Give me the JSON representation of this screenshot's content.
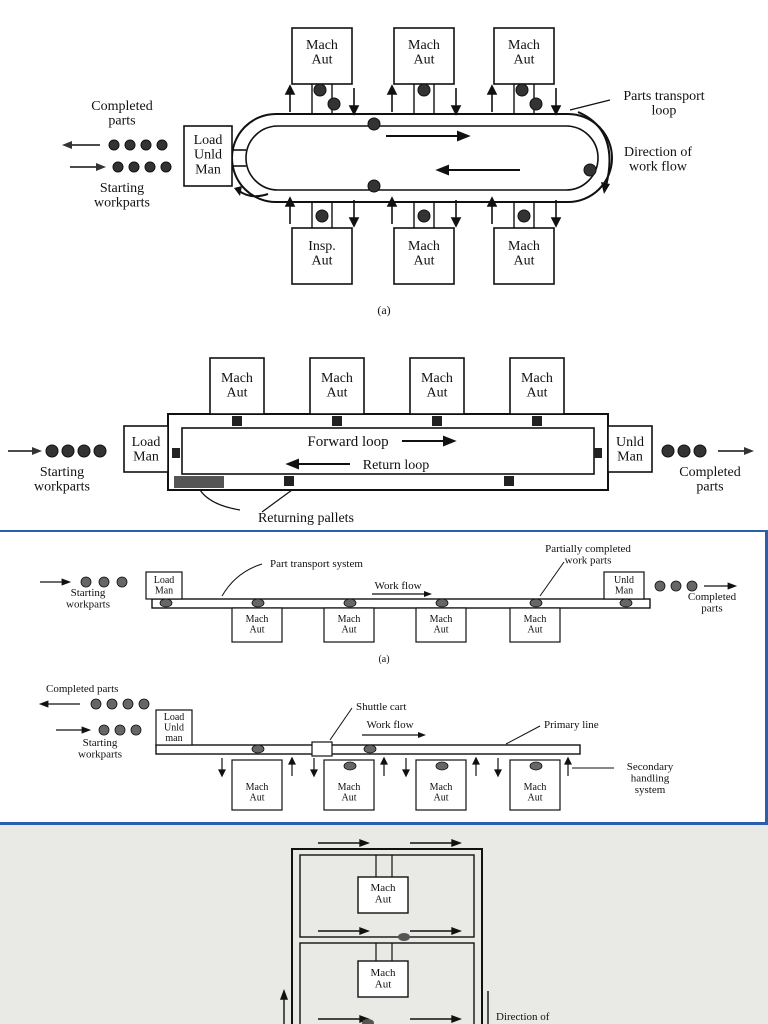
{
  "panel_a": {
    "top_stations": [
      "Mach\nAut",
      "Mach\nAut",
      "Mach\nAut"
    ],
    "bottom_stations": [
      "Insp.\nAut",
      "Mach\nAut",
      "Mach\nAut"
    ],
    "load_station": "Load\nUnld\nMan",
    "completed_label": "Completed\nparts",
    "starting_label": "Starting\nworkparts",
    "loop_label": "Parts transport\nloop",
    "direction_label": "Direction of\nwork flow",
    "caption": "(a)"
  },
  "panel_b": {
    "stations": [
      "Mach\nAut",
      "Mach\nAut",
      "Mach\nAut",
      "Mach\nAut"
    ],
    "load_station": "Load\nMan",
    "unload_station": "Unld\nMan",
    "forward_label": "Forward loop",
    "return_label": "Return loop",
    "starting_label": "Starting\nworkparts",
    "completed_label": "Completed\nparts",
    "returning_label": "Returning pallets"
  },
  "panel_c": {
    "top": {
      "transport_label": "Part transport system",
      "partial_label": "Partially completed\nwork parts",
      "load_station": "Load\nMan",
      "unload_station": "Unld\nMan",
      "workflow_label": "Work flow",
      "starting_label": "Starting\nworkparts",
      "completed_label": "Completed\nparts",
      "stations": [
        "Mach\nAut",
        "Mach\nAut",
        "Mach\nAut",
        "Mach\nAut"
      ],
      "caption": "(a)"
    },
    "bottom": {
      "completed_label": "Completed parts",
      "load_station": "Load\nUnld\nman",
      "starting_label": "Starting\nworkparts",
      "shuttle_label": "Shuttle cart",
      "workflow_label": "Work flow",
      "primary_label": "Primary line",
      "secondary_label": "Secondary\nhandling\nsystem",
      "stations": [
        "Mach\nAut",
        "Mach\nAut",
        "Mach\nAut",
        "Mach\nAut"
      ]
    }
  },
  "panel_d": {
    "stations": [
      "Mach\nAut",
      "Mach\nAut"
    ],
    "direction_label": "Direction of"
  }
}
